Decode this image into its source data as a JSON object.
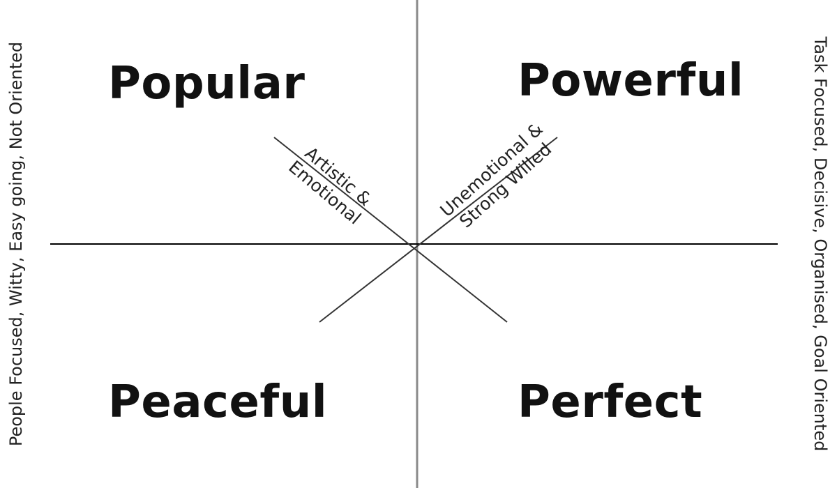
{
  "quadrants": {
    "top_left": "Popular",
    "top_right": "Powerful",
    "bottom_left": "Peaceful",
    "bottom_right": "Perfect"
  },
  "diagonal_labels": {
    "left": {
      "line1": "Artistic &",
      "line2": "Emotional"
    },
    "right": {
      "line1": "Unemotional &",
      "line2": "Strong Willed"
    }
  },
  "side_labels": {
    "left": "People Focused, Witty, Easy going, Not Oriented",
    "right": "Task Focused, Decisive, Organised, Goal Oriented"
  },
  "colors": {
    "vertical_axis": "#8a8a8a",
    "horizontal_axis": "#000000",
    "diagonals": "#333333",
    "text": "#111111"
  }
}
